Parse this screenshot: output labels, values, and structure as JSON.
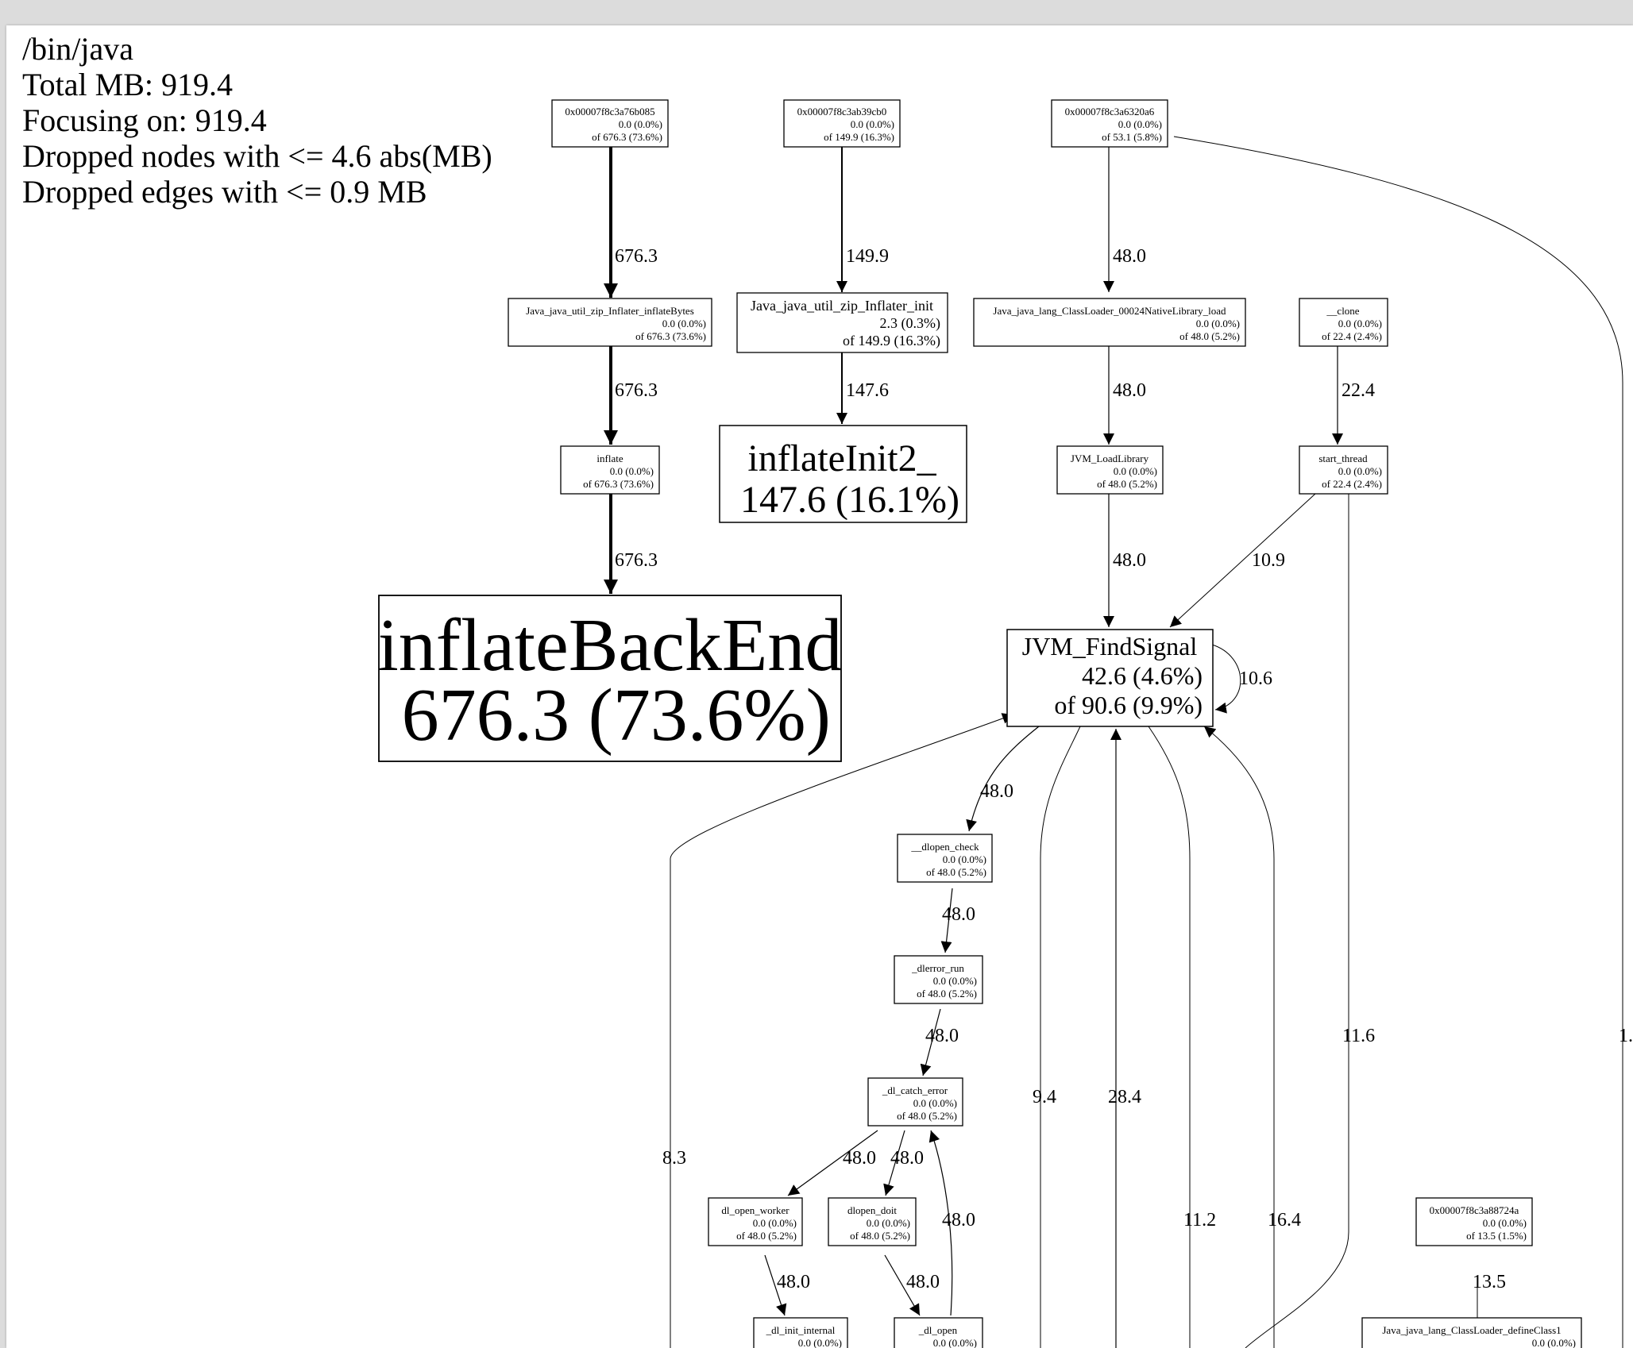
{
  "header": {
    "program": "/bin/java",
    "total": "Total MB: 919.4",
    "focusing": "Focusing on: 919.4",
    "dropped_nodes": "Dropped nodes with <= 4.6 abs(MB)",
    "dropped_edges": "Dropped edges with <= 0.9 MB"
  },
  "nodes": {
    "n1": [
      "0x00007f8c3a76b085",
      "0.0 (0.0%)",
      "of 676.3 (73.6%)"
    ],
    "n2": [
      "0x00007f8c3ab39cb0",
      "0.0 (0.0%)",
      "of 149.9 (16.3%)"
    ],
    "n3": [
      "0x00007f8c3a6320a6",
      "0.0 (0.0%)",
      "of 53.1 (5.8%)"
    ],
    "n4": [
      "Java_java_util_zip_Inflater_inflateBytes",
      "0.0 (0.0%)",
      "of 676.3 (73.6%)"
    ],
    "n5": [
      "Java_java_util_zip_Inflater_init",
      "2.3 (0.3%)",
      "of 149.9 (16.3%)"
    ],
    "n6": [
      "Java_java_lang_ClassLoader_00024NativeLibrary_load",
      "0.0 (0.0%)",
      "of 48.0 (5.2%)"
    ],
    "n7": [
      "__clone",
      "0.0 (0.0%)",
      "of 22.4 (2.4%)"
    ],
    "n8": [
      "inflate",
      "0.0 (0.0%)",
      "of 676.3 (73.6%)"
    ],
    "n9": [
      "inflateInit2_",
      "147.6 (16.1%)"
    ],
    "n10": [
      "JVM_LoadLibrary",
      "0.0 (0.0%)",
      "of 48.0 (5.2%)"
    ],
    "n11": [
      "start_thread",
      "0.0 (0.0%)",
      "of 22.4 (2.4%)"
    ],
    "n12": [
      "inflateBackEnd",
      "676.3 (73.6%)"
    ],
    "n13": [
      "JVM_FindSignal",
      "42.6 (4.6%)",
      "of 90.6 (9.9%)"
    ],
    "n14": [
      "__dlopen_check",
      "0.0 (0.0%)",
      "of 48.0 (5.2%)"
    ],
    "n15": [
      "_dlerror_run",
      "0.0 (0.0%)",
      "of 48.0 (5.2%)"
    ],
    "n16": [
      "_dl_catch_error",
      "0.0 (0.0%)",
      "of 48.0 (5.2%)"
    ],
    "n17": [
      "dl_open_worker",
      "0.0 (0.0%)",
      "of 48.0 (5.2%)"
    ],
    "n18": [
      "dlopen_doit",
      "0.0 (0.0%)",
      "of 48.0 (5.2%)"
    ],
    "n19": [
      "0x00007f8c3a88724a",
      "0.0 (0.0%)",
      "of 13.5 (1.5%)"
    ],
    "n20": [
      "_dl_init_internal",
      "0.0 (0.0%)"
    ],
    "n21": [
      "_dl_open",
      "0.0 (0.0%)"
    ],
    "n22": [
      "Java_java_lang_ClassLoader_defineClass1",
      "0.0 (0.0%)"
    ]
  },
  "edges": {
    "e1": "676.3",
    "e2": "149.9",
    "e3": "48.0",
    "e4": "676.3",
    "e5": "147.6",
    "e6": "48.0",
    "e7": "22.4",
    "e8": "676.3",
    "e9": "48.0",
    "e10": "10.9",
    "e11": "10.6",
    "e12": "48.0",
    "e13": "48.0",
    "e14": "48.0",
    "e15": "48.0",
    "e16": "48.0",
    "e17": "48.0",
    "e18": "48.0",
    "e19": "48.0",
    "e20": "8.3",
    "e21": "9.4",
    "e22": "28.4",
    "e23": "11.2",
    "e24": "16.4",
    "e25": "11.6",
    "e26": "1.",
    "e27": "13.5"
  }
}
